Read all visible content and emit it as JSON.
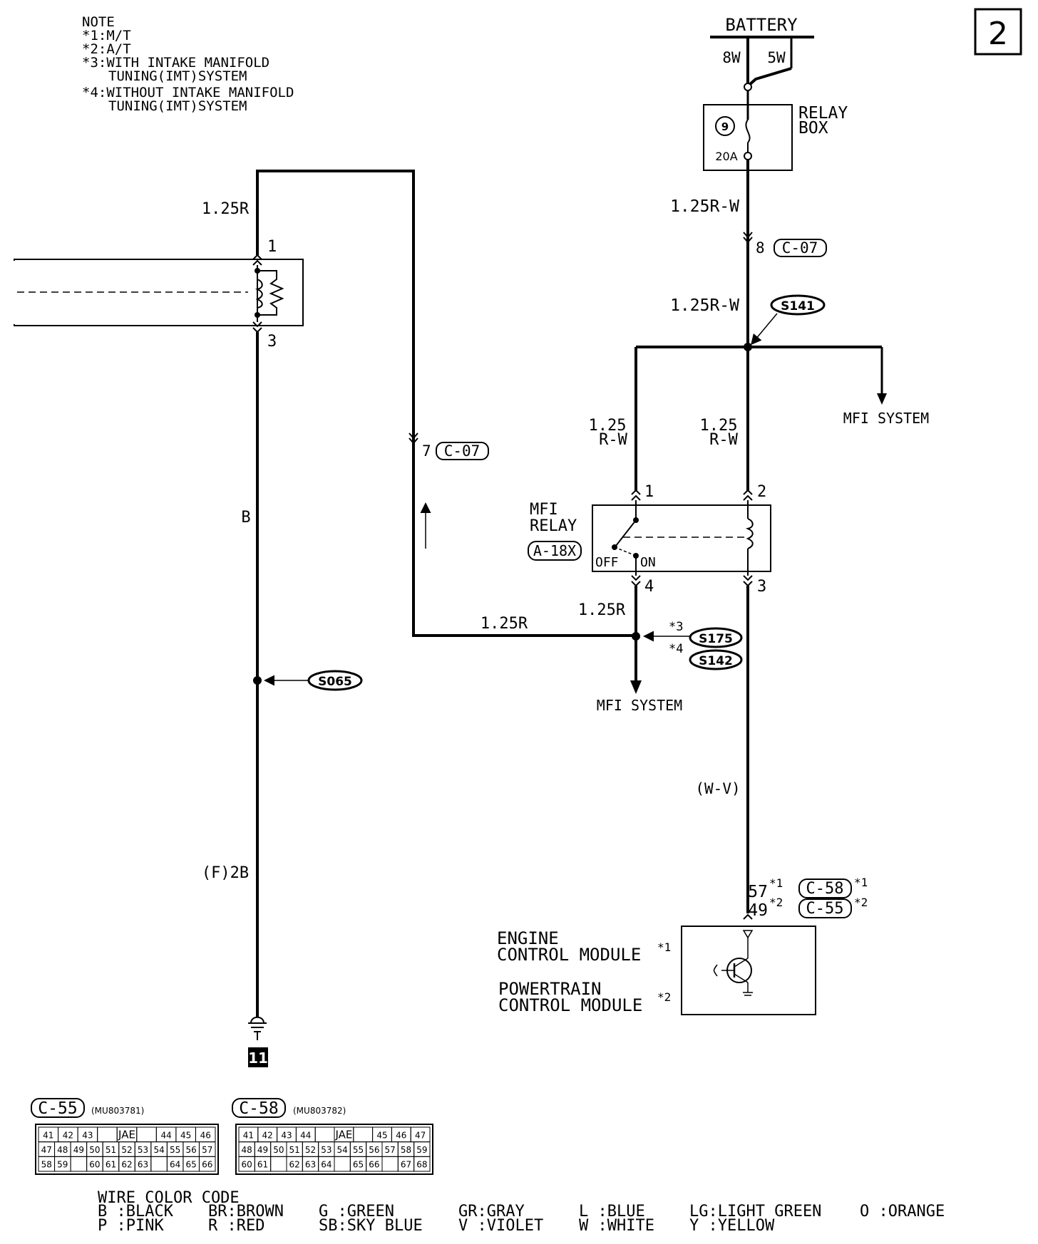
{
  "page_number": "2",
  "notes": {
    "title": "NOTE",
    "lines": [
      "*1:M/T",
      "*2:A/T",
      "*3:WITH INTAKE MANIFOLD",
      "TUNING(IMT)SYSTEM",
      "*4:WITHOUT INTAKE MANIFOLD",
      "TUNING(IMT)SYSTEM"
    ]
  },
  "battery": {
    "label": "BATTERY",
    "left_wire": "8W",
    "right_wire": "5W"
  },
  "relay_box": {
    "label_line1": "RELAY",
    "label_line2": "BOX",
    "fuse_number": "9",
    "fuse_rating": "20A"
  },
  "wires": {
    "fuse_out": "1.25R-W",
    "c07_pin8": "8",
    "c07_conn": "C-07",
    "pre_s141": "1.25R-W",
    "splice_s141": "S141",
    "relay_pin1_size": "1.25",
    "relay_pin1_color": "R-W",
    "relay_pin2_size": "1.25",
    "relay_pin2_color": "R-W",
    "mfi_system_top": "MFI SYSTEM",
    "left_top": "1.25R",
    "left_pin1": "1",
    "left_pin3": "3",
    "c07_pin7": "7",
    "c07_conn2": "C-07",
    "left_black": "B",
    "splice_s065": "S065",
    "ground_wire": "(F)2B",
    "ground_number": "11",
    "relay_out": "1.25R",
    "relay_out_horizontal": "1.25R",
    "splice_s175_note": "*3",
    "splice_s175": "S175",
    "splice_s142_note": "*4",
    "splice_s142": "S142",
    "mfi_system_bottom": "MFI SYSTEM",
    "ecm_wire": "(W-V)"
  },
  "mfi_relay": {
    "line1": "MFI",
    "line2": "RELAY",
    "code": "A-18X",
    "pin1": "1",
    "pin2": "2",
    "pin3": "3",
    "pin4": "4",
    "off_label": "OFF",
    "on_label": "ON"
  },
  "ecm": {
    "pin_line1": "57",
    "note1": "*1",
    "conn1": "C-58",
    "pin_line2": "49",
    "note2": "*2",
    "conn2": "C-55",
    "engine_line1": "ENGINE",
    "engine_line2": "CONTROL MODULE",
    "engine_note": "*1",
    "pcm_line1": "POWERTRAIN",
    "pcm_line2": "CONTROL MODULE",
    "pcm_note": "*2"
  },
  "connectors": [
    {
      "name": "C-55",
      "part": "(MU803781)",
      "rows": [
        [
          "41",
          "42",
          "43",
          "",
          "JAE",
          "",
          "44",
          "45",
          "46"
        ],
        [
          "47",
          "48",
          "49",
          "50",
          "51",
          "52",
          "53",
          "54",
          "55",
          "56",
          "57"
        ],
        [
          "58",
          "59",
          "",
          "60",
          "61",
          "62",
          "63",
          "",
          "64",
          "65",
          "66"
        ]
      ]
    },
    {
      "name": "C-58",
      "part": "(MU803782)",
      "rows": [
        [
          "41",
          "42",
          "43",
          "44",
          "",
          "JAE",
          "",
          "45",
          "46",
          "47"
        ],
        [
          "48",
          "49",
          "50",
          "51",
          "52",
          "53",
          "54",
          "55",
          "56",
          "57",
          "58",
          "59"
        ],
        [
          "60",
          "61",
          "",
          "62",
          "63",
          "64",
          "",
          "65",
          "66",
          "",
          "67",
          "68"
        ]
      ]
    }
  ],
  "wire_color_code": {
    "title": "WIRE COLOR CODE",
    "row1": [
      "B :BLACK",
      "BR:BROWN",
      "G :GREEN",
      "GR:GRAY",
      "L :BLUE",
      "LG:LIGHT GREEN",
      "O :ORANGE"
    ],
    "row2": [
      "P :PINK",
      "R :RED",
      "SB:SKY BLUE",
      "V :VIOLET",
      "W :WHITE",
      "Y :YELLOW"
    ]
  }
}
